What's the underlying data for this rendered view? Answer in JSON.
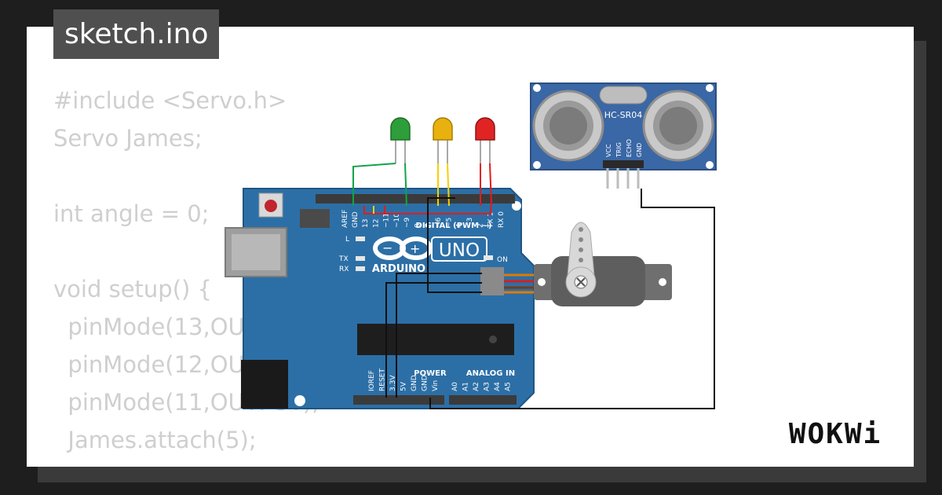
{
  "file_tab": {
    "label": "sketch.ino"
  },
  "code_lines": [
    "#include <Servo.h>",
    "Servo James;",
    "",
    "int angle = 0;",
    "",
    "void setup() {",
    "  pinMode(13,OUTPUT);",
    "  pinMode(12,OUTPUT);",
    "  pinMode(11,OUTPUT);",
    "  James.attach(5);",
    "}"
  ],
  "board": {
    "brand": "ARDUINO",
    "model": "UNO",
    "digital_label": "DIGITAL (PWM ~)",
    "power_label": "POWER",
    "analog_label": "ANALOG IN",
    "aref_label": "AREF",
    "gnd_label": "GND",
    "digital_pins": [
      "13",
      "12",
      "~11",
      "~10",
      "~9",
      "8",
      "7",
      "~6",
      "~5",
      "4",
      "~3",
      "2",
      "TX 1",
      "RX 0"
    ],
    "power_pins": [
      "IOREF",
      "RESET",
      "3.3V",
      "5V",
      "GND",
      "GND",
      "Vin"
    ],
    "analog_pins": [
      "A0",
      "A1",
      "A2",
      "A3",
      "A4",
      "A5"
    ],
    "led_l": "L",
    "led_tx": "TX",
    "led_rx": "RX",
    "led_on": "ON"
  },
  "sensor": {
    "name": "HC-SR04",
    "pins": [
      "VCC",
      "TRIG",
      "ECHO",
      "GND"
    ]
  },
  "leds": [
    {
      "color": "#2e9e3b"
    },
    {
      "color": "#e8b10f"
    },
    {
      "color": "#e02424"
    }
  ],
  "colors": {
    "board_blue": "#2c6fa6",
    "sensor_blue": "#3a67a5",
    "wire_green": "#11a34a",
    "wire_yellow": "#f3d100",
    "wire_red": "#e31b1b",
    "wire_black": "#111111",
    "code_gray": "#cfcfcf",
    "tab_gray": "#4f4f4f"
  },
  "logo": {
    "text": "WOKWi"
  }
}
